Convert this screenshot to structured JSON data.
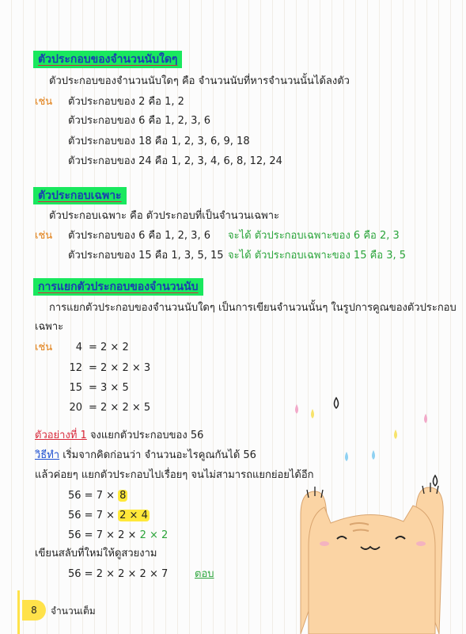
{
  "section1": {
    "heading": "ตัวประกอบของจำนวนนับใดๆ",
    "definition": "ตัวประกอบของจำนวนนับใดๆ คือ จำนวนนับที่หารจำนวนนั้นได้ลงตัว",
    "example_label": "เช่น",
    "examples": [
      "ตัวประกอบของ 2 คือ 1, 2",
      "ตัวประกอบของ 6 คือ 1, 2, 3, 6",
      "ตัวประกอบของ 18 คือ 1, 2, 3, 6, 9, 18",
      "ตัวประกอบของ 24 คือ 1, 2, 3, 4, 6, 8, 12, 24"
    ]
  },
  "section2": {
    "heading": "ตัวประกอบเฉพาะ",
    "definition": "ตัวประกอบเฉพาะ คือ ตัวประกอบที่เป็นจำนวนเฉพาะ",
    "example_label": "เช่น",
    "examples": [
      {
        "text": "ตัวประกอบของ 6 คือ 1, 2, 3, 6",
        "result": "จะได้ ตัวประกอบเฉพาะของ 6 คือ 2, 3"
      },
      {
        "text": "ตัวประกอบของ 15 คือ 1, 3, 5, 15",
        "result": "จะได้ ตัวประกอบเฉพาะของ 15 คือ 3, 5"
      }
    ]
  },
  "section3": {
    "heading": "การแยกตัวประกอบของจำนวนนับ",
    "definition_1": "การแยกตัวประกอบของจำนวนนับใดๆ เป็นการเขียนจำนวนนั้นๆ ในรูปการคูณของตัวประกอบ",
    "definition_2": "เฉพาะ",
    "example_label": "เช่น",
    "examples": [
      {
        "n": "4",
        "expr": "= 2 × 2"
      },
      {
        "n": "12",
        "expr": "= 2 × 2 × 3"
      },
      {
        "n": "15",
        "expr": "= 3 × 5"
      },
      {
        "n": "20",
        "expr": "= 2 × 2 × 5"
      }
    ]
  },
  "worked_example": {
    "label": "ตัวอย่างที่ 1",
    "problem": "จงแยกตัวประกอบของ 56",
    "method_label": "วิธีทำ",
    "step1": "เริ่มจากคิดก่อนว่า จำนวนอะไรคูณกันได้ 56",
    "step2": "แล้วค่อยๆ แยกตัวประกอบไปเรื่อยๆ จนไม่สามารถแยกย่อยได้อีก",
    "line1_prefix": "56 = 7 ×",
    "line1_hl": "8",
    "line2_prefix": "56 = 7 ×",
    "line2_hl": "2 × 4",
    "line3_prefix": "56 = 7 × 2 ×",
    "line3_green": "2 × 2",
    "step3": "เขียนสลับที่ใหม่ให้ดูสวยงาม",
    "final": "56 = 2 × 2 × 2 × 7",
    "answer_label": "ตอบ"
  },
  "footer": {
    "page_number": "8",
    "chapter": "จำนวนเต็ม"
  },
  "colors": {
    "heading_bg": "#19e85e",
    "heading_text": "#1a3fb0",
    "highlight": "#ffe83a",
    "accent_orange": "#e07b0e",
    "green_text": "#2aa43a"
  }
}
